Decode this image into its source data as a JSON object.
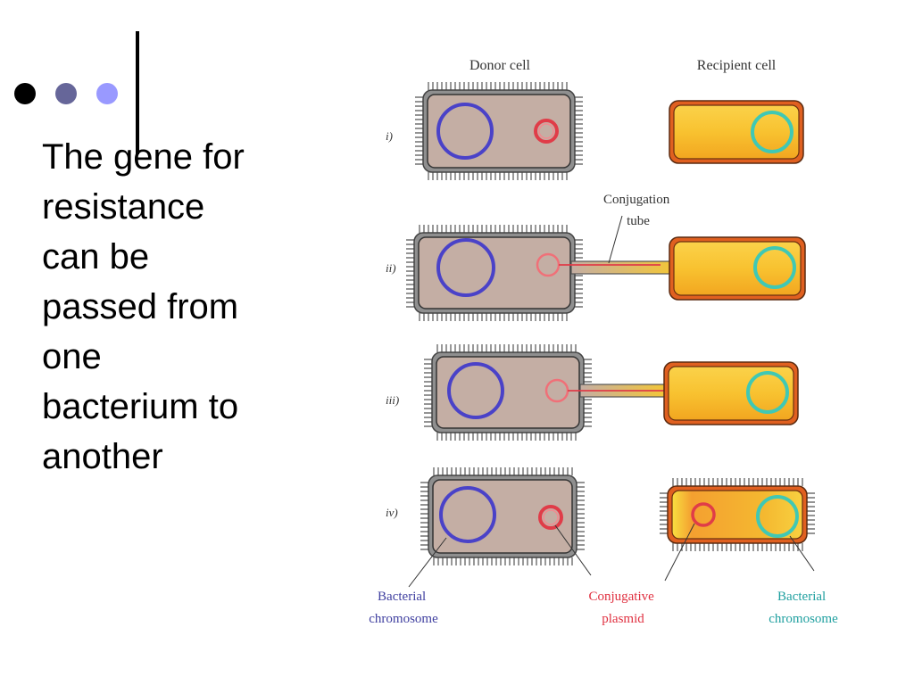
{
  "bullets": {
    "colors": [
      "#000000",
      "#666699",
      "#9999ff"
    ]
  },
  "text_lines": [
    "The gene for",
    "resistance",
    "can be",
    "passed from",
    "one",
    "bacterium to",
    "another"
  ],
  "diagram": {
    "donor_header": "Donor cell",
    "recipient_header": "Recipient cell",
    "step_labels": [
      "i)",
      "ii)",
      "iii)",
      "iv)"
    ],
    "tube_label_lines": [
      "Conjugation",
      "tube"
    ],
    "bottom_labels": [
      {
        "lines": [
          "Bacterial",
          "chromosome"
        ],
        "color": "#4040a0"
      },
      {
        "lines": [
          "Conjugative",
          "plasmid"
        ],
        "color": "#e03040"
      },
      {
        "lines": [
          "Bacterial",
          "chromosome"
        ],
        "color": "#20a0a0"
      }
    ],
    "colors": {
      "donor_fill": "#c4aea4",
      "recipient_fill": "#f6b62a",
      "recipient_edge": "#e06020",
      "donor_chromosome": "#4a42c8",
      "plasmid": "#e03c48",
      "recipient_chromosome": "#40c8b4"
    }
  }
}
